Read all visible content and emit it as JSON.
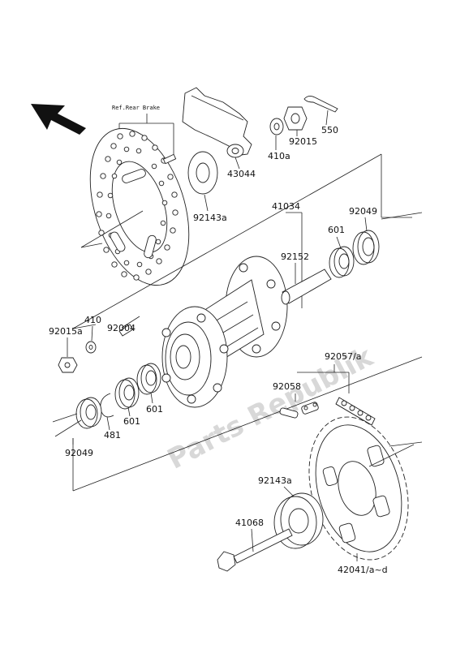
{
  "labels": {
    "ref_rear_brake": "Ref.Rear Brake",
    "p550": "550",
    "p92015": "92015",
    "p410a": "410a",
    "p43044": "43044",
    "p92143a_top": "92143a",
    "p41034": "41034",
    "p92049_top": "92049",
    "p601_top": "601",
    "p92152": "92152",
    "p410": "410",
    "p92015a": "92015a",
    "p92004": "92004",
    "p601_mid": "601",
    "p601_low": "601",
    "p481": "481",
    "p92049_bottom": "92049",
    "p92057a": "92057/a",
    "p92058": "92058",
    "p92143a_bottom": "92143a",
    "p41068": "41068",
    "p42041": "42041/a~d"
  },
  "watermark": "Parts Republik",
  "icons": {
    "direction_arrow": "front-direction-arrow-icon"
  }
}
